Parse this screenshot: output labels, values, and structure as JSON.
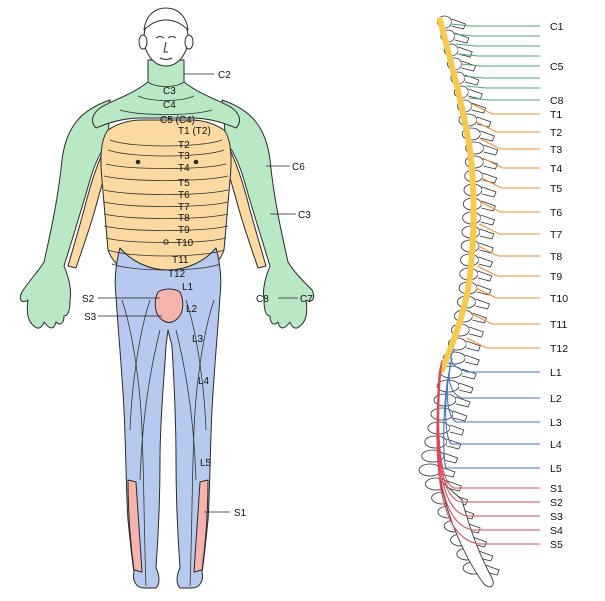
{
  "colors": {
    "cervical": "#b9e8c5",
    "thoracic": "#fbd9a0",
    "lumbosacral": "#b7c9ef",
    "sacral_pink": "#f4b3ad",
    "cord": "#f7c94e",
    "cervical_nerve": "#4fa86a",
    "thoracic_nerve": "#ef8c2f",
    "lumbar_nerve": "#3f74c2",
    "sacral_nerve": "#d9485a"
  },
  "body_labels": {
    "c2": "C2",
    "c3_neck": "C3",
    "c4": "C4",
    "c5": "C5 (C4)",
    "t1": "T1 (T2)",
    "t2": "T2",
    "t3": "T3",
    "t4": "T4",
    "t5": "T5",
    "t6": "T6",
    "t7": "T7",
    "t8": "T8",
    "t9": "T9",
    "t10": "T10",
    "t11": "T11",
    "t12": "T12",
    "c6": "C6",
    "c3_arm": "C3",
    "c8": "C8",
    "c7": "C7",
    "l1": "L1",
    "l2": "L2",
    "s2": "S2",
    "s3": "S3",
    "l3": "L3",
    "l4": "L4",
    "l5": "L5",
    "s1": "S1"
  },
  "spine_labels": {
    "c1": "C1",
    "c5": "C5",
    "c8": "C8",
    "t1": "T1",
    "t2": "T2",
    "t3": "T3",
    "t4": "T4",
    "t5": "T5",
    "t6": "T6",
    "t7": "T7",
    "t8": "T8",
    "t9": "T9",
    "t10": "T10",
    "t11": "T11",
    "t12": "T12",
    "l1": "L1",
    "l2": "L2",
    "l3": "L3",
    "l4": "L4",
    "l5": "L5",
    "s1": "S1",
    "s2": "S2",
    "s3": "S3",
    "s4": "S4",
    "s5": "S5"
  }
}
